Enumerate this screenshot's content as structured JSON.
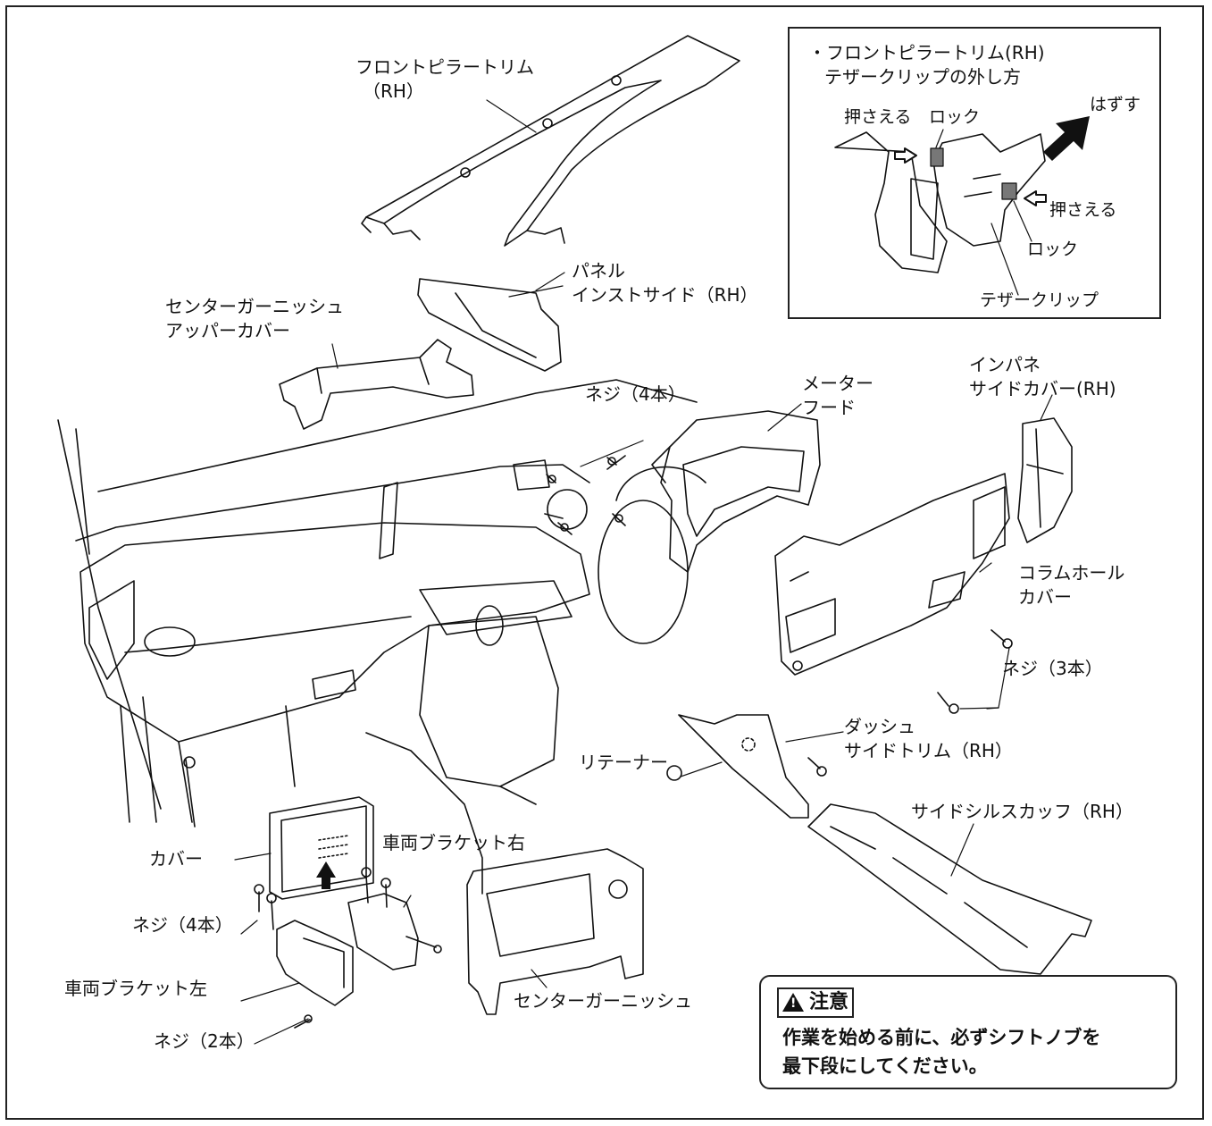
{
  "labels": {
    "front_pillar_trim": [
      "フロントピラートリム",
      "（RH）"
    ],
    "panel_inst_side": [
      "パネル",
      "インストサイド（RH）"
    ],
    "center_garnish_upper": [
      "センターガーニッシュ",
      "アッパーカバー"
    ],
    "screws_4_top": "ネジ（4本）",
    "meter_hood": [
      "メーター",
      "フード"
    ],
    "instpanel_side_cover": [
      "インパネ",
      "サイドカバー(RH)"
    ],
    "column_hole_cover": [
      "コラムホール",
      "カバー"
    ],
    "screws_3": "ネジ（3本）",
    "retainer": "リテーナー",
    "dash_side_trim": [
      "ダッシュ",
      "サイドトリム（RH）"
    ],
    "side_sill_scuff": "サイドシルスカッフ（RH）",
    "cover": "カバー",
    "bracket_right": "車両ブラケット右",
    "screws_4_bottom": "ネジ（4本）",
    "bracket_left": "車両ブラケット左",
    "screws_2": "ネジ（2本）",
    "center_garnish": "センターガーニッシュ"
  },
  "inset": {
    "title": [
      "・フロントピラートリム(RH)",
      "テザークリップの外し方"
    ],
    "remove": "はずす",
    "press_left": "押さえる",
    "lock_top": "ロック",
    "press_right": "押さえる",
    "lock_bottom": "ロック",
    "tether_clip": "テザークリップ"
  },
  "caution": {
    "title": "注意",
    "body": [
      "作業を始める前に、必ずシフトノブを",
      "最下段にしてください。"
    ]
  }
}
